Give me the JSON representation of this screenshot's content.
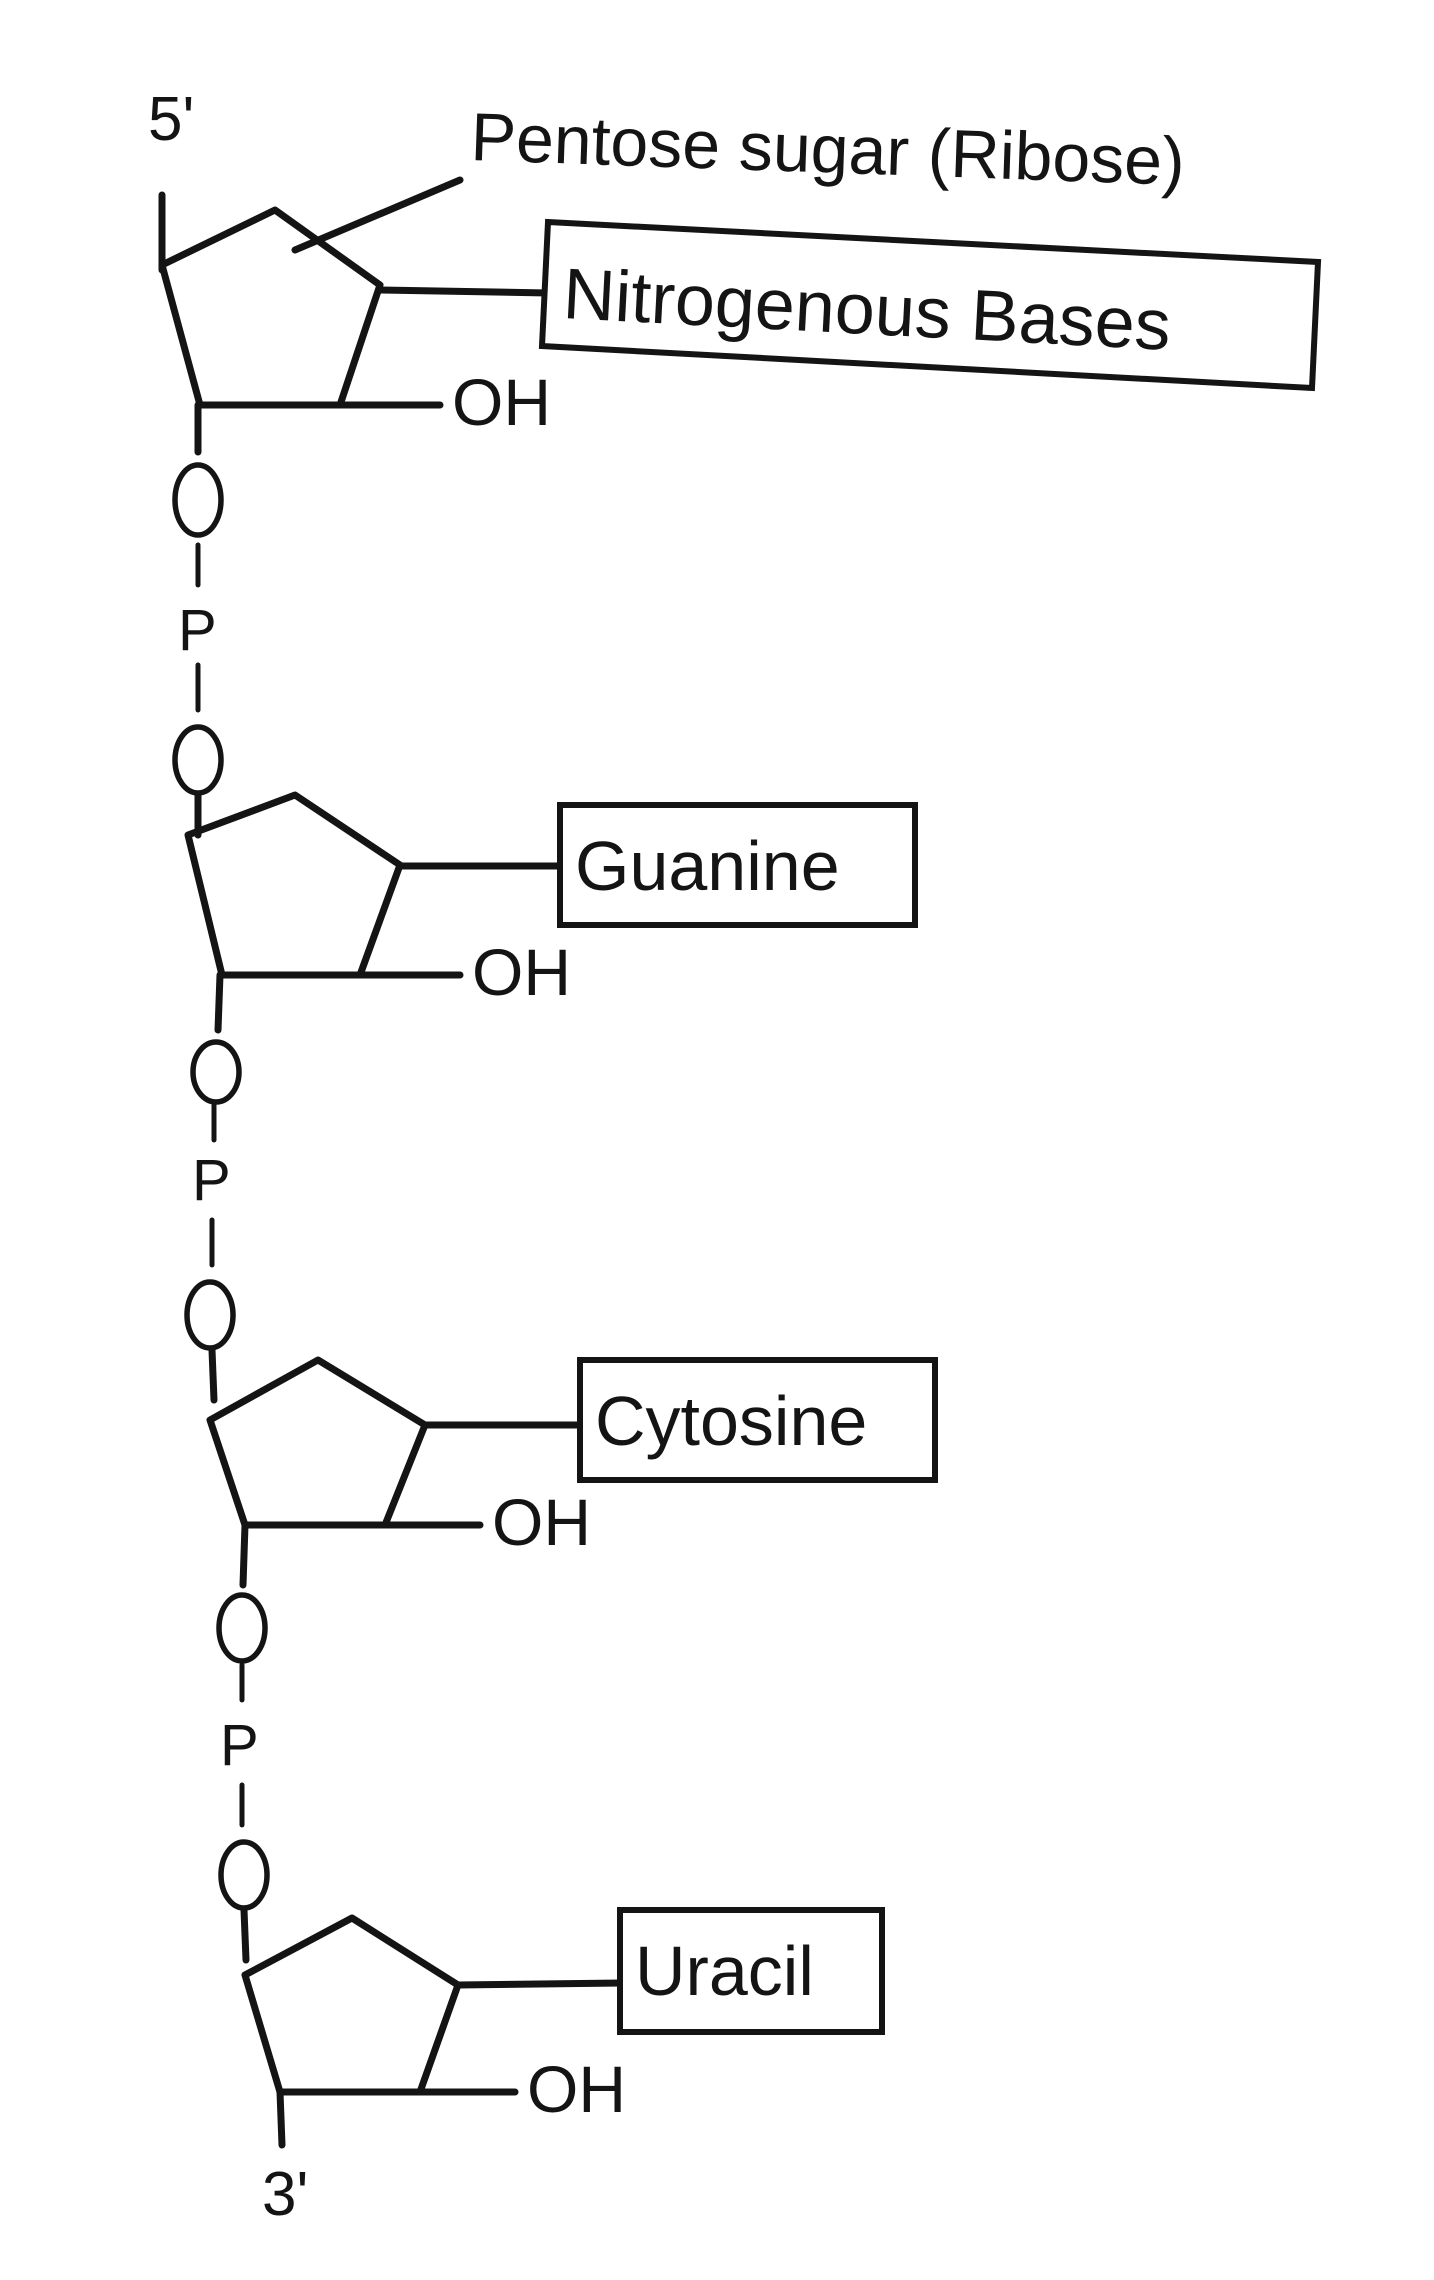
{
  "end_labels": {
    "five_prime": "5'",
    "three_prime": "3'"
  },
  "sugar_label": "Pentose sugar (Ribose)",
  "hydroxyl_label": "OH",
  "phosphate_atom": "P",
  "nucleotides": [
    {
      "base": "Nitrogenous Bases"
    },
    {
      "base": "Guanine"
    },
    {
      "base": "Cytosine"
    },
    {
      "base": "Uracil"
    }
  ]
}
